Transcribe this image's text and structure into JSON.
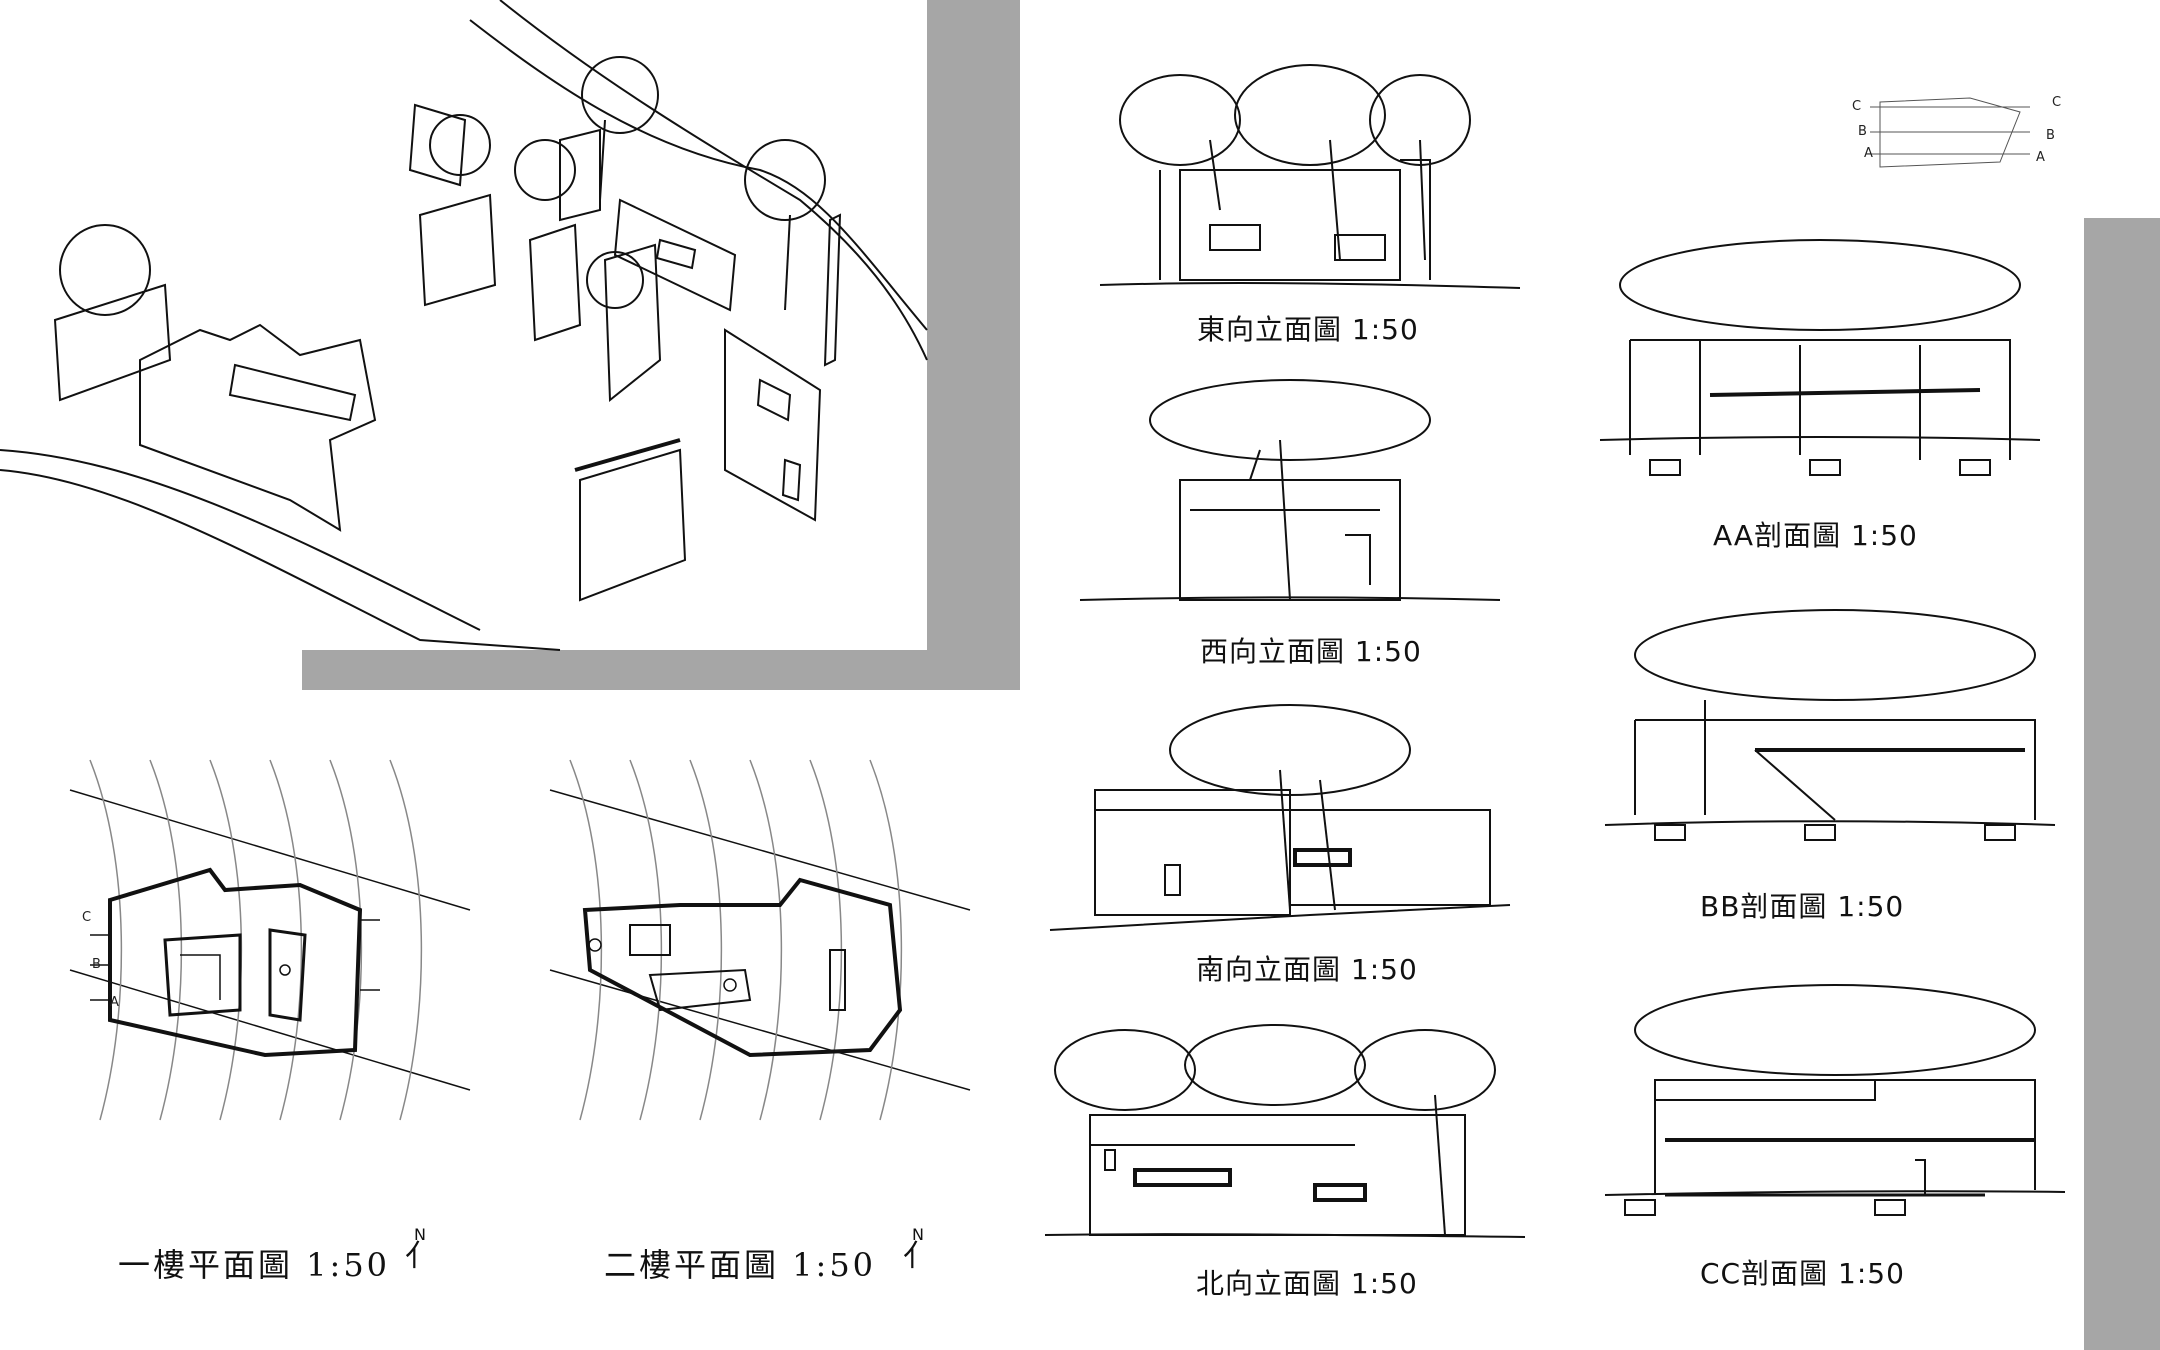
{
  "captions": {
    "east": "東向立面圖 1:50",
    "west": "西向立面圖 1:50",
    "south": "南向立面圖 1:50",
    "north": "北向立面圖 1:50",
    "section_aa": "AA剖面圖 1:50",
    "section_bb": "BB剖面圖 1:50",
    "section_cc": "CC剖面圖 1:50",
    "plan_first": "一樓平面圖 1:50",
    "plan_second": "二樓平面圖 1:50"
  },
  "north_marker": {
    "letter": "N",
    "arrow": "⺅"
  },
  "key_plan_labels": {
    "a": "A",
    "b": "B",
    "c": "C"
  },
  "colors": {
    "panel_gray": "#a6a6a6",
    "ink": "#111111",
    "paper": "#ffffff"
  }
}
